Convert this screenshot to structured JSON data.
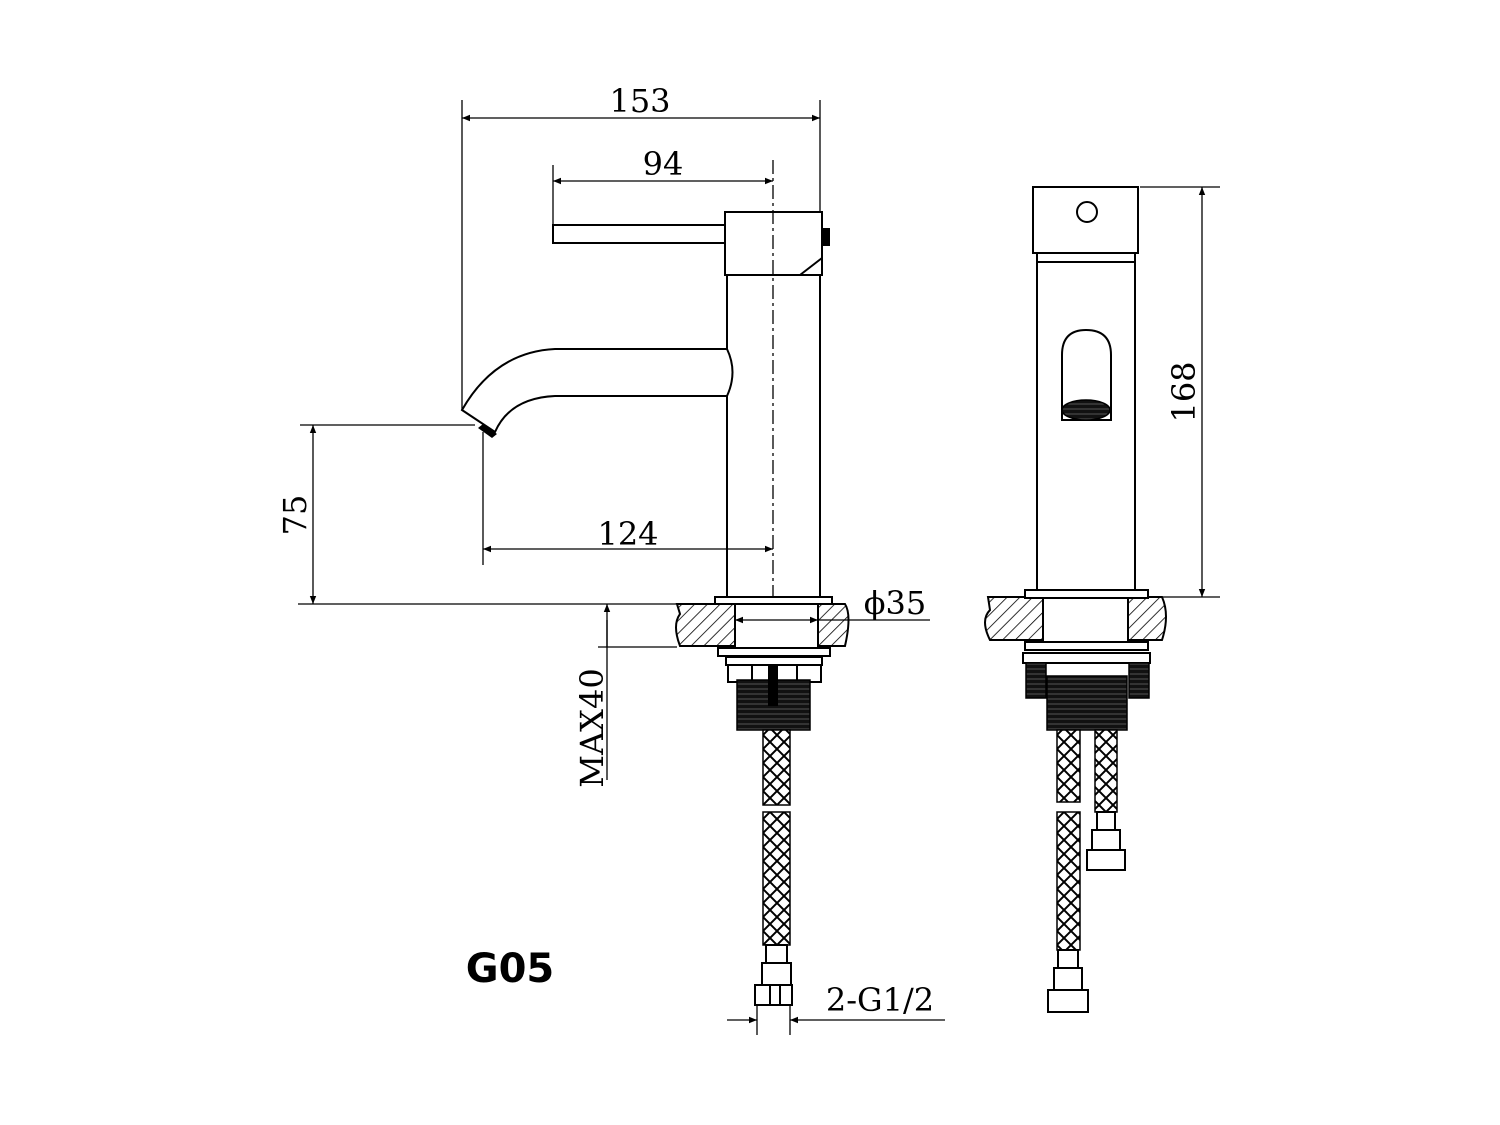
{
  "drawing": {
    "model": "G05",
    "dimensions": {
      "overall_reach": "153",
      "handle_reach": "94",
      "spout_reach": "124",
      "spout_height": "75",
      "max_counter_thickness": "MAX40",
      "hole_diameter": "ϕ35",
      "overall_height": "168",
      "connection": "2-G1/2"
    },
    "colors": {
      "line": "#000000",
      "background": "#ffffff"
    }
  }
}
